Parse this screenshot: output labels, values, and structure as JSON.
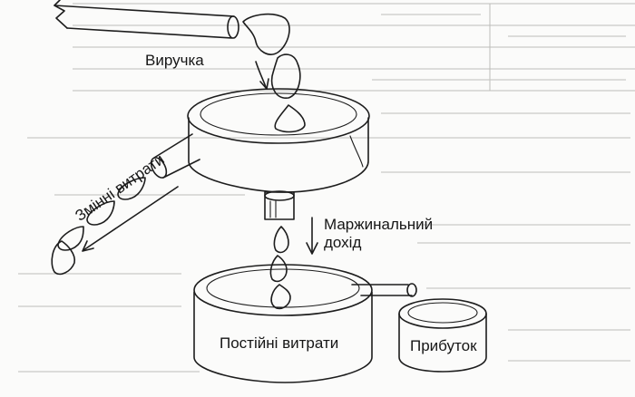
{
  "diagram": {
    "labels": {
      "revenue": "Виручка",
      "variable_costs": "Змінні витрати",
      "marginal_income_line1": "Маржинальний",
      "marginal_income_line2": "дохід",
      "fixed_costs": "Постійні витрати",
      "profit": "Прибуток"
    },
    "colors": {
      "ink": "#1d1d1d",
      "paper": "#fbfbfa",
      "background_text": "#c9c9c6"
    }
  }
}
